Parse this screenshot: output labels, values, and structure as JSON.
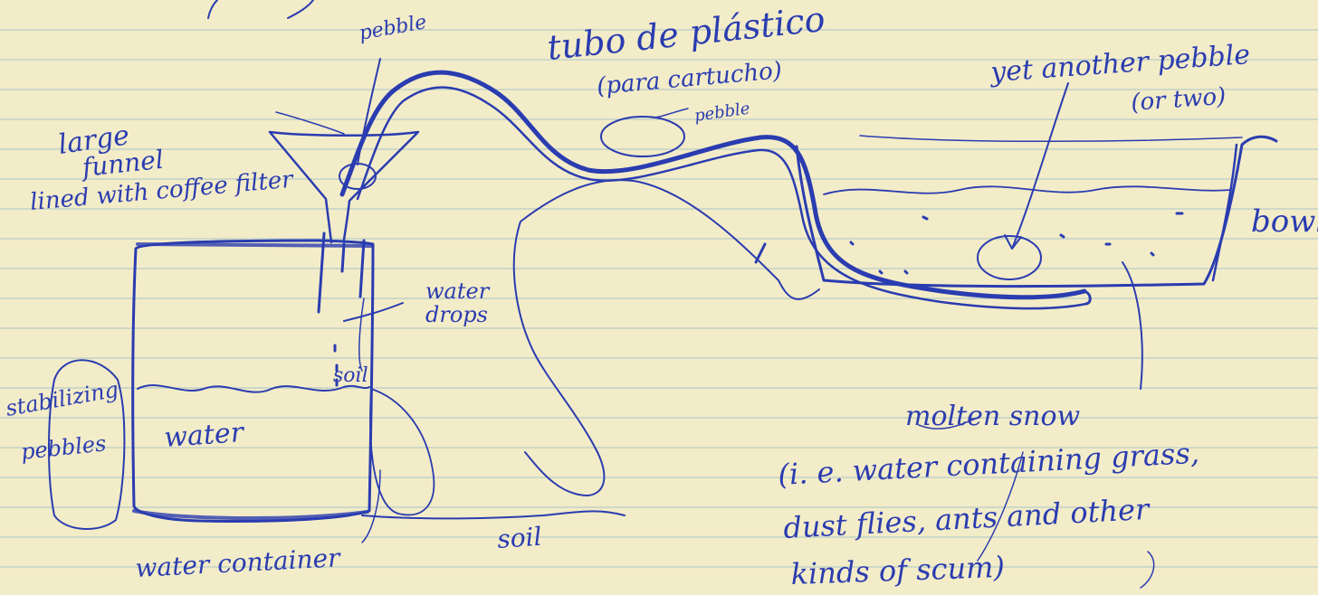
{
  "colors": {
    "paper": "#f3ecc8",
    "ruled_line": "#8fb6c8",
    "ink": "#2a3cb0"
  },
  "labels": {
    "pebble_top": "pebble",
    "tube_line1": "tubo de plástico",
    "tube_line2": "(para cartucho)",
    "pebble_mid": "pebble",
    "pebble_right_line1": "yet another pebble",
    "pebble_right_line2": "(or two)",
    "funnel_line1": "large",
    "funnel_line2": "funnel",
    "funnel_line3": "lined with coffee filter",
    "water_drops_line1": "water",
    "water_drops_line2": "drops",
    "soil_small": "soil",
    "stabilizing_line1": "stabilizing",
    "stabilizing_line2": "pebbles",
    "water_inside": "water",
    "water_container": "water container",
    "soil_bottom": "soil",
    "bowl": "bowl",
    "molten_line1": "molten snow",
    "molten_line2": "(i. e. water containing grass,",
    "molten_line3": "dust flies, ants and other",
    "molten_line4": "kinds of scum)"
  }
}
